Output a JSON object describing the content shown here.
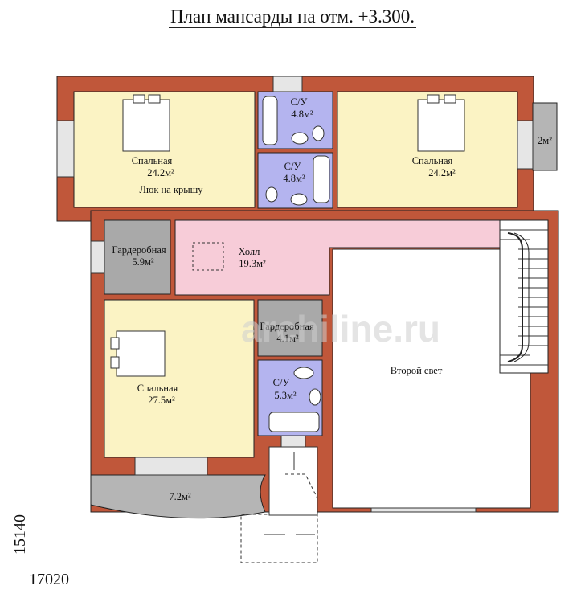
{
  "title": "План мансарды на отм. +3.300.",
  "dimensions": {
    "width": "17020",
    "depth": "15140"
  },
  "colors": {
    "wall": "#c0573a",
    "bedroom": "#fbf3c4",
    "bathroom": "#b4b4ef",
    "hall": "#f7ccd8",
    "wardrobe": "#a9a9a9",
    "void": "#ffffff",
    "balcony": "#b5b5b5"
  },
  "rooms": {
    "bedroom_nw": {
      "name": "Спальная",
      "area": "24.2м²"
    },
    "bedroom_ne": {
      "name": "Спальная",
      "area": "24.2м²"
    },
    "bedroom_sw": {
      "name": "Спальная",
      "area": "27.5м²"
    },
    "bath_1": {
      "name": "С/У",
      "area": "4.8м²"
    },
    "bath_2": {
      "name": "С/У",
      "area": "4.8м²"
    },
    "bath_3": {
      "name": "С/У",
      "area": "5.3м²"
    },
    "wardrobe_w": {
      "name": "Гардеробная",
      "area": "5.9м²"
    },
    "wardrobe_c": {
      "name": "Гардеробная",
      "area": "4.1м²"
    },
    "hall": {
      "name": "Холл",
      "area": "19.3м²"
    },
    "second_light": {
      "name": "Второй свет"
    },
    "balcony_e": {
      "area": "2м²"
    },
    "balcony_s": {
      "area": "7.2м²"
    }
  },
  "roof_hatch": "Люк на крышу",
  "watermark": "archiline.ru"
}
